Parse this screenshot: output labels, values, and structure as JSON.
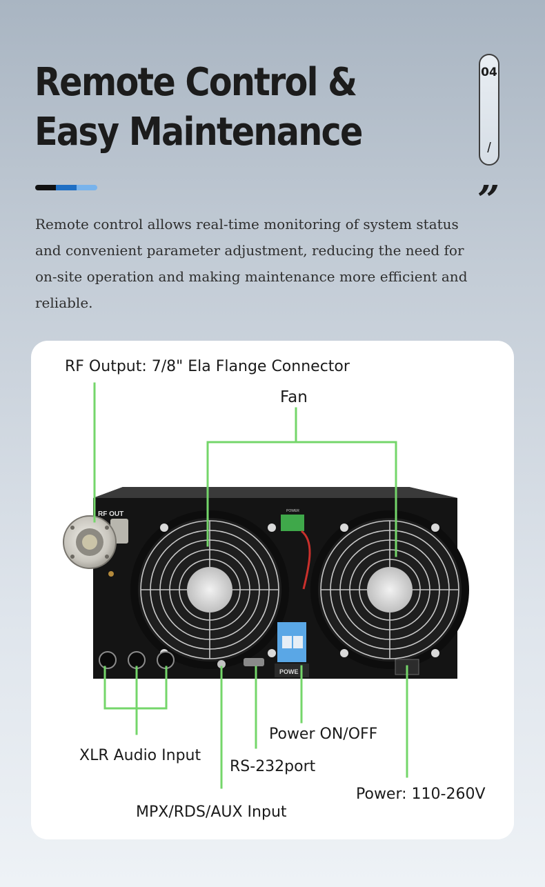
{
  "header": {
    "title_line1": "Remote Control &",
    "title_line2": "Easy Maintenance",
    "page_number": "04",
    "page_separator": "/",
    "quote_mark": "”",
    "accent_colors": [
      "#111111",
      "#1f6fc4",
      "#78b3ec"
    ]
  },
  "description": "Remote control allows real-time monitoring of system status and convenient parameter adjustment, reducing the need for on-site operation and making maintenance more efficient and reliable.",
  "diagram": {
    "callout_color": "#74d66a",
    "device_panel_labels": {
      "rf_out": "RF OUT",
      "power": "POWER",
      "power_switch": "POWE"
    },
    "callouts": {
      "rf_output": "RF Output: 7/8\" Ela Flange Connector",
      "fan": "Fan",
      "xlr_audio_input": "XLR Audio Input",
      "rs232_port": "RS-232port",
      "power_on_off": "Power ON/OFF",
      "mpx_rds_aux_input": "MPX/RDS/AUX Input",
      "power_supply": "Power: 110-260V"
    }
  }
}
